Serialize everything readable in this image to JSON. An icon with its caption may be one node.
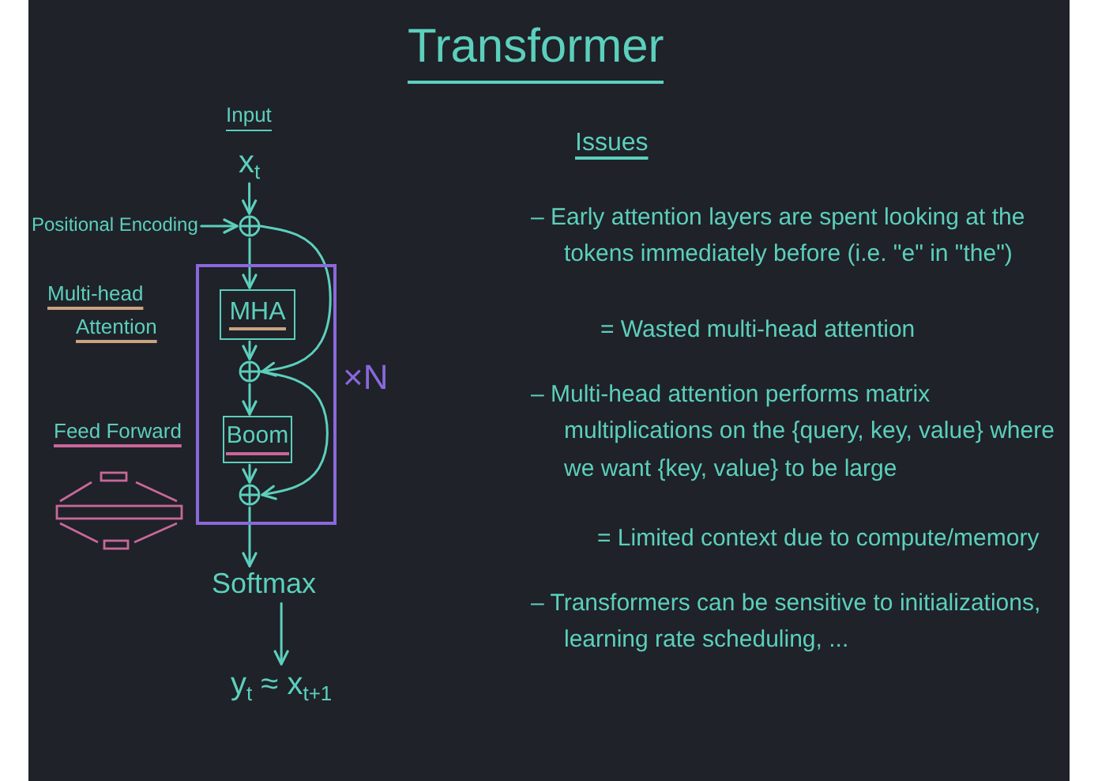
{
  "diagram": {
    "title": "Transformer",
    "nodes": [
      {
        "text": [
          "x$_{t}$"
        ],
        "beside": [
          "Input"
        ]
      },
      {
        "text": [
          "Positional Encoding"
        ]
      },
      {
        "text": [],
        "shape": "circle"
      },
      {
        "text": [],
        "shape": "box",
        "beside": [
          "×N"
        ]
      },
      {
        "text": [
          "MHA"
        ],
        "in": 3
      },
      {
        "text": [],
        "shape": "circle",
        "in": 3
      },
      {
        "text": [
          "Boom"
        ],
        "in": 3
      },
      {
        "text": [],
        "shape": "circle",
        "in": 3
      },
      {
        "text": [
          "Softmax"
        ]
      },
      {
        "text": [
          "y$_{t}$ ≈ x$_{t+1}$"
        ]
      }
    ],
    "edges": [
      {
        "from": 0,
        "to": 2,
        "arrow": "to"
      },
      {
        "from": 1,
        "to": 2,
        "arrow": "to"
      },
      {
        "from": 2,
        "to": 4,
        "arrow": "to"
      },
      {
        "from": 2,
        "to": 5,
        "arrow": "to"
      },
      {
        "from": 4,
        "to": 5,
        "arrow": "to"
      },
      {
        "from": 5,
        "to": 6,
        "arrow": "to"
      },
      {
        "from": 5,
        "to": 7,
        "arrow": "to"
      },
      {
        "from": 6,
        "to": 7,
        "arrow": "to"
      },
      {
        "from": 7,
        "to": 8,
        "arrow": "to"
      },
      {
        "from": 8,
        "to": 9,
        "arrow": "to"
      }
    ],
    "labels": [
      "Multi-head Attention",
      "Feed Forward",
      "Issues",
      "– Early attention layers are spent looking at the tokens immediately before (i.e. \"e\" in \"the\")",
      "= Wasted multi-head attention",
      "– Multi-head attention performs matrix multiplications on the {query, key, value} where we want {key, value} to be large",
      "= Limited context due to compute/memory",
      "– Transformers can be sensitive to initializations, learning rate scheduling, ..."
    ]
  }
}
